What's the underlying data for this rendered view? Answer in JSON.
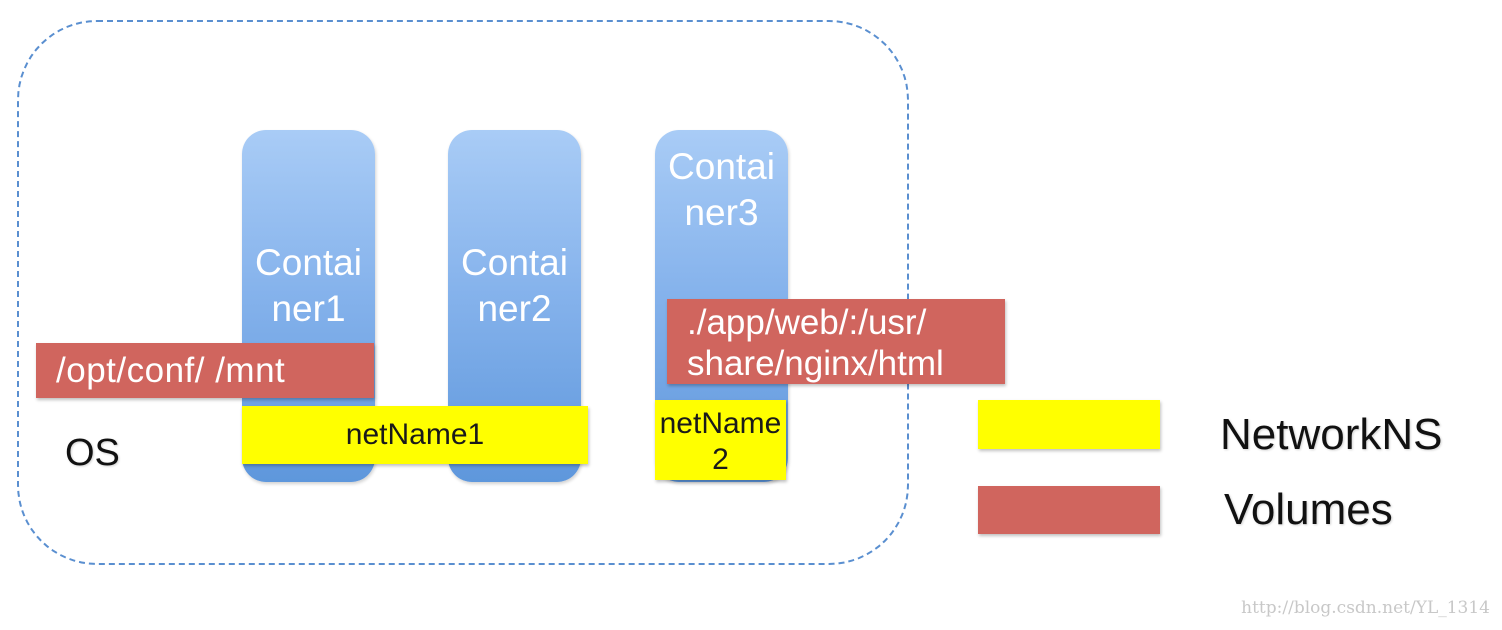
{
  "diagram": {
    "os_label": "OS",
    "containers": [
      {
        "name": "Container1"
      },
      {
        "name": "Container2"
      },
      {
        "name": "Container3"
      }
    ],
    "volumes": [
      {
        "label": "/opt/conf/  /mnt"
      },
      {
        "label": "./app/web/:/usr/\nshare/nginx/html"
      }
    ],
    "networks": [
      {
        "label": "netName1"
      },
      {
        "label": "netName2"
      }
    ]
  },
  "legend": {
    "items": [
      {
        "label": "NetworkNS",
        "color": "#ffff00"
      },
      {
        "label": "Volumes",
        "color": "#d0655e"
      }
    ]
  },
  "watermark": "http://blog.csdn.net/YL_1314",
  "colors": {
    "os_border": "#5a8fd0",
    "container_top": "#a9ccf6",
    "container_bottom": "#5e97dc",
    "volume": "#d0655e",
    "network": "#ffff00"
  }
}
